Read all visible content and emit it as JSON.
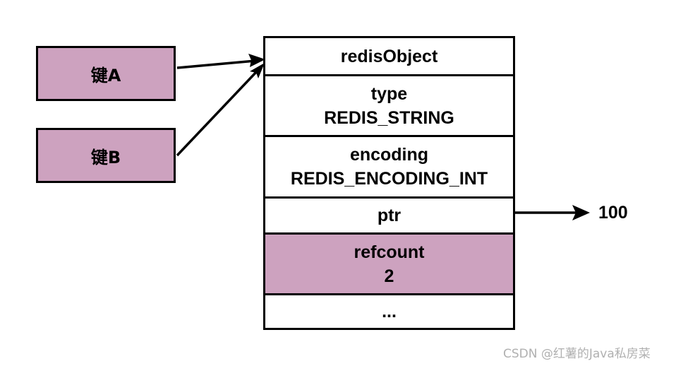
{
  "keys": [
    {
      "label": "键A"
    },
    {
      "label": "键B"
    }
  ],
  "redis_object": {
    "header": "redisObject",
    "type_label": "type",
    "type_value": "REDIS_STRING",
    "encoding_label": "encoding",
    "encoding_value": "REDIS_ENCODING_INT",
    "ptr_label": "ptr",
    "refcount_label": "refcount",
    "refcount_value": "2",
    "more_label": "..."
  },
  "ptr_target_value": "100",
  "watermark": "CSDN @红薯的Java私房菜",
  "colors": {
    "highlight_fill": "#cda2bf",
    "border": "#000000",
    "watermark": "#b0b0b0"
  }
}
